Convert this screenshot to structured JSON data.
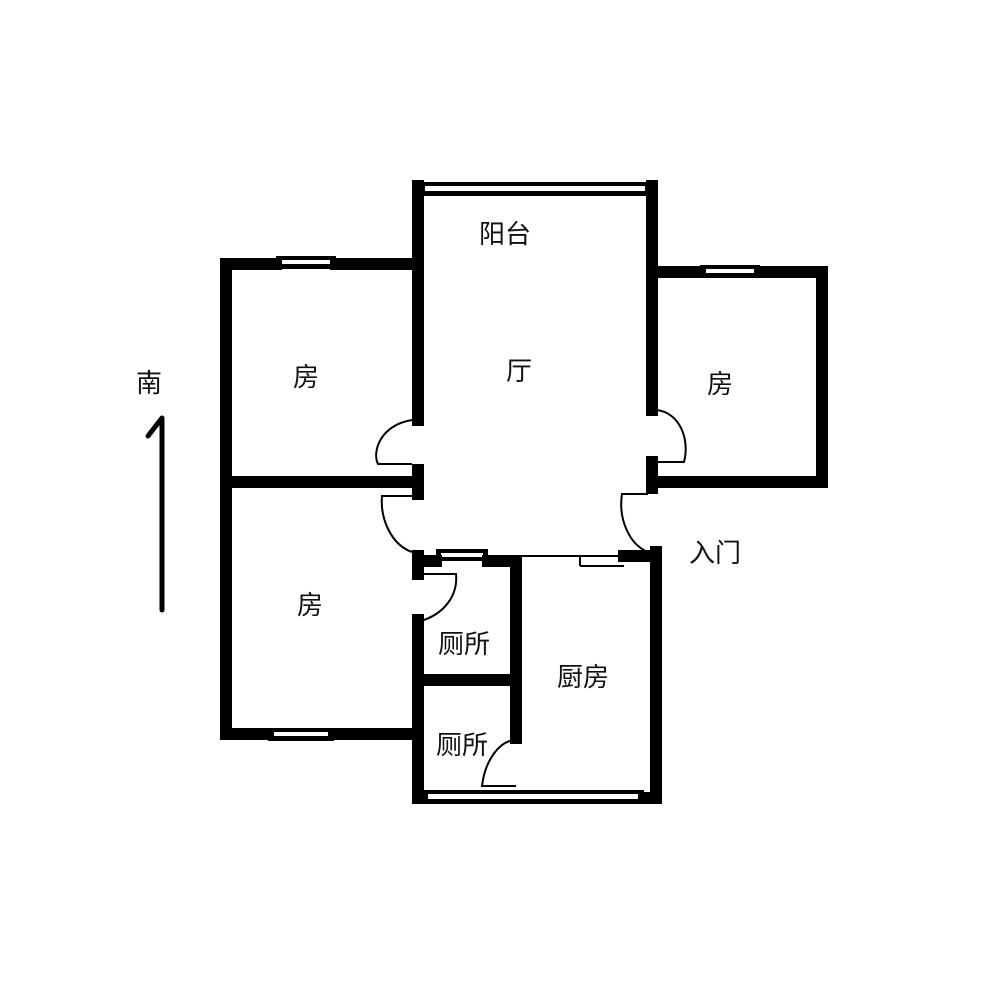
{
  "plan": {
    "compass": {
      "label": "南"
    },
    "rooms": {
      "balcony": "阳台",
      "living": "厅",
      "bedroom_north_left": "房",
      "bedroom_right": "房",
      "bedroom_south_left": "房",
      "toilet_upper": "厕所",
      "toilet_lower": "厕所",
      "kitchen": "厨房"
    },
    "entrance": "入门"
  },
  "colors": {
    "wall": "#000000",
    "background": "#ffffff"
  }
}
